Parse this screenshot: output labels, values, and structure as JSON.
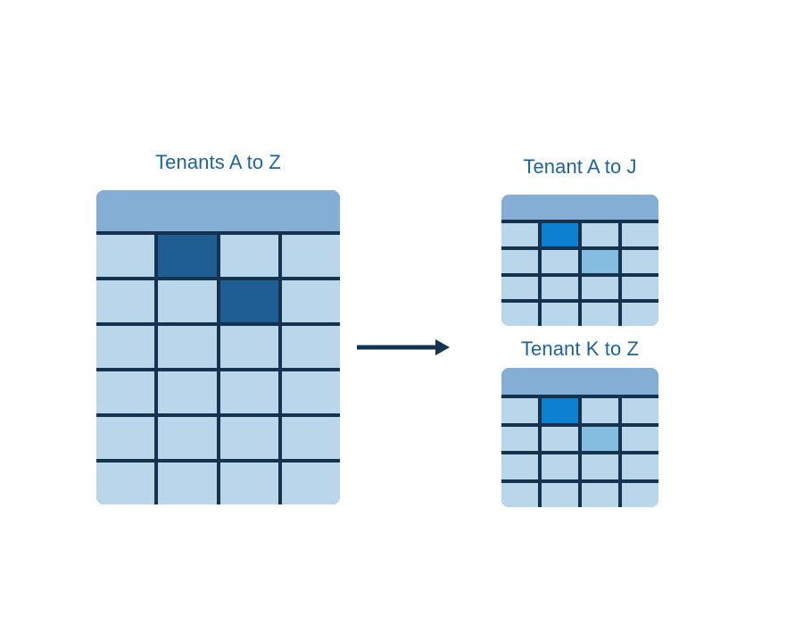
{
  "diagram": {
    "title_color": "#1f6399",
    "colors": {
      "header_band": "#84aed4",
      "cell_default": "#bad6ea",
      "cell_dark": "#1f5e92",
      "cell_bright": "#0d80d2",
      "cell_medium": "#85bde0",
      "grid_line": "#15324f",
      "arrow": "#15324f",
      "background": "#ffffff"
    },
    "source": {
      "title": "Tenants A to Z",
      "columns": 4,
      "rows": 6,
      "has_header_band": true,
      "cells": [
        [
          "default",
          "dark",
          "default",
          "default"
        ],
        [
          "default",
          "default",
          "dark",
          "default"
        ],
        [
          "default",
          "default",
          "default",
          "default"
        ],
        [
          "default",
          "default",
          "default",
          "default"
        ],
        [
          "default",
          "default",
          "default",
          "default"
        ],
        [
          "default",
          "default",
          "default",
          "default"
        ]
      ]
    },
    "arrow": {
      "icon": "right-arrow-icon",
      "direction": "right"
    },
    "shards": [
      {
        "title": "Tenant A to J",
        "columns": 4,
        "rows": 4,
        "has_header_band": true,
        "cells": [
          [
            "default",
            "bright",
            "default",
            "default"
          ],
          [
            "default",
            "default",
            "medium",
            "default"
          ],
          [
            "default",
            "default",
            "default",
            "default"
          ],
          [
            "default",
            "default",
            "default",
            "default"
          ]
        ]
      },
      {
        "title": "Tenant K to Z",
        "columns": 4,
        "rows": 4,
        "has_header_band": true,
        "cells": [
          [
            "default",
            "bright",
            "default",
            "default"
          ],
          [
            "default",
            "default",
            "medium",
            "default"
          ],
          [
            "default",
            "default",
            "default",
            "default"
          ],
          [
            "default",
            "default",
            "default",
            "default"
          ]
        ]
      }
    ]
  }
}
